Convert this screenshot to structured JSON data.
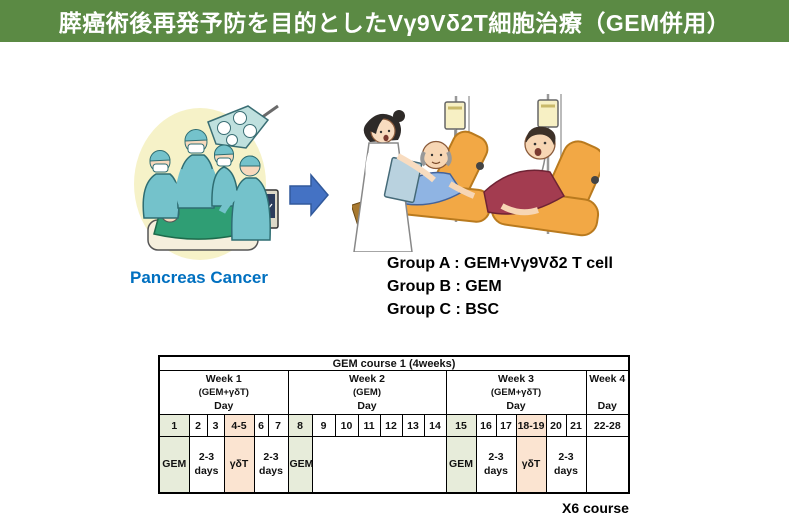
{
  "header": {
    "title": "膵癌術後再発予防を目的としたVγ9Vδ2T細胞治療（GEM併用）",
    "bg_color": "#5b8a44",
    "text_color": "#ffffff"
  },
  "left_figure": {
    "illustration": "surgery-scene",
    "caption": "Pancreas Cancer",
    "caption_color": "#0070c0"
  },
  "flow_arrow": {
    "icon": "right-block-arrow",
    "color": "#4472c4"
  },
  "right_figure": {
    "illustration": "infusion-scene"
  },
  "groups": {
    "items": [
      {
        "text": "Group A : GEM+Vγ9Vδ2 T cell"
      },
      {
        "text": "Group B : GEM"
      },
      {
        "text": "Group C : BSC"
      }
    ]
  },
  "table": {
    "title": "GEM course 1 (4weeks)",
    "weeks": [
      {
        "name": "Week 1",
        "sub": "(GEM+γδT)",
        "day": "Day"
      },
      {
        "name": "Week 2",
        "sub": "(GEM)",
        "day": "Day"
      },
      {
        "name": "Week 3",
        "sub": "(GEM+γδT)",
        "day": "Day"
      },
      {
        "name": "Week 4",
        "sub": "",
        "day": "Day"
      }
    ],
    "day_cells": [
      "1",
      "2",
      "3",
      "4-5",
      "6",
      "7",
      "8",
      "9",
      "10",
      "11",
      "12",
      "13",
      "14",
      "15",
      "16",
      "17",
      "18-19",
      "20",
      "21",
      "22-28"
    ],
    "treatment_cells": [
      "GEM",
      "2-3 days",
      "γδT",
      "2-3 days",
      "GEM",
      "",
      "GEM",
      "2-3 days",
      "γδT",
      "2-3 days",
      ""
    ],
    "highlight_green": "#e7ecda",
    "highlight_orange": "#fbe4d1"
  },
  "footer": {
    "repeat_note": "X6 course"
  }
}
